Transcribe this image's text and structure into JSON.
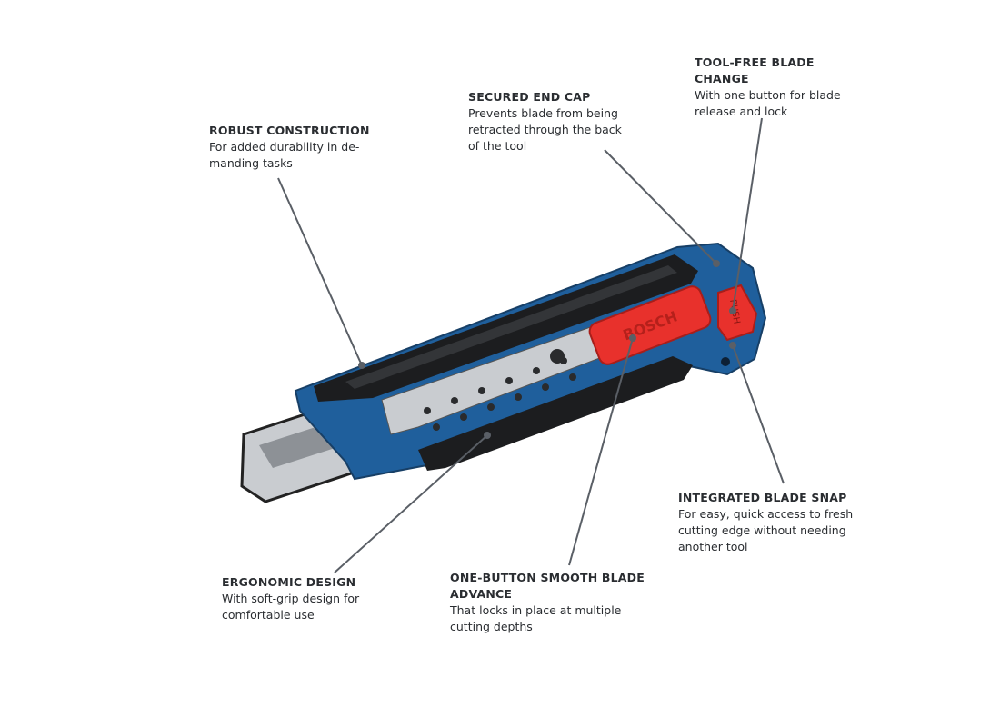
{
  "product": {
    "brand_logo_text": "BOSCH",
    "button_text": "PUSH",
    "colors": {
      "body_blue": "#1f5f9c",
      "grip_black": "#1c1d1f",
      "slider_red": "#e8312c",
      "blade_silver": "#c9ccd0",
      "leader_line": "#5a5f66"
    }
  },
  "callouts": [
    {
      "title": "ROBUST CONSTRUCTION",
      "body": [
        "For added durability in de-",
        "manding tasks"
      ]
    },
    {
      "title": "SECURED END CAP",
      "body": [
        "Prevents blade from being",
        "retracted through the back",
        "of the tool"
      ]
    },
    {
      "title": "TOOL-FREE BLADE",
      "title2": "CHANGE",
      "body": [
        "With one button for blade",
        "release and lock"
      ]
    },
    {
      "title": "INTEGRATED BLADE SNAP",
      "body": [
        "For easy, quick access to fresh",
        "cutting edge without needing",
        "another tool"
      ]
    },
    {
      "title": "ERGONOMIC DESIGN",
      "body": [
        "With soft-grip design for",
        "comfortable use"
      ]
    },
    {
      "title": "ONE-BUTTON SMOOTH BLADE",
      "title2": "ADVANCE",
      "body": [
        "That locks in place at multiple",
        "cutting depths"
      ]
    }
  ]
}
